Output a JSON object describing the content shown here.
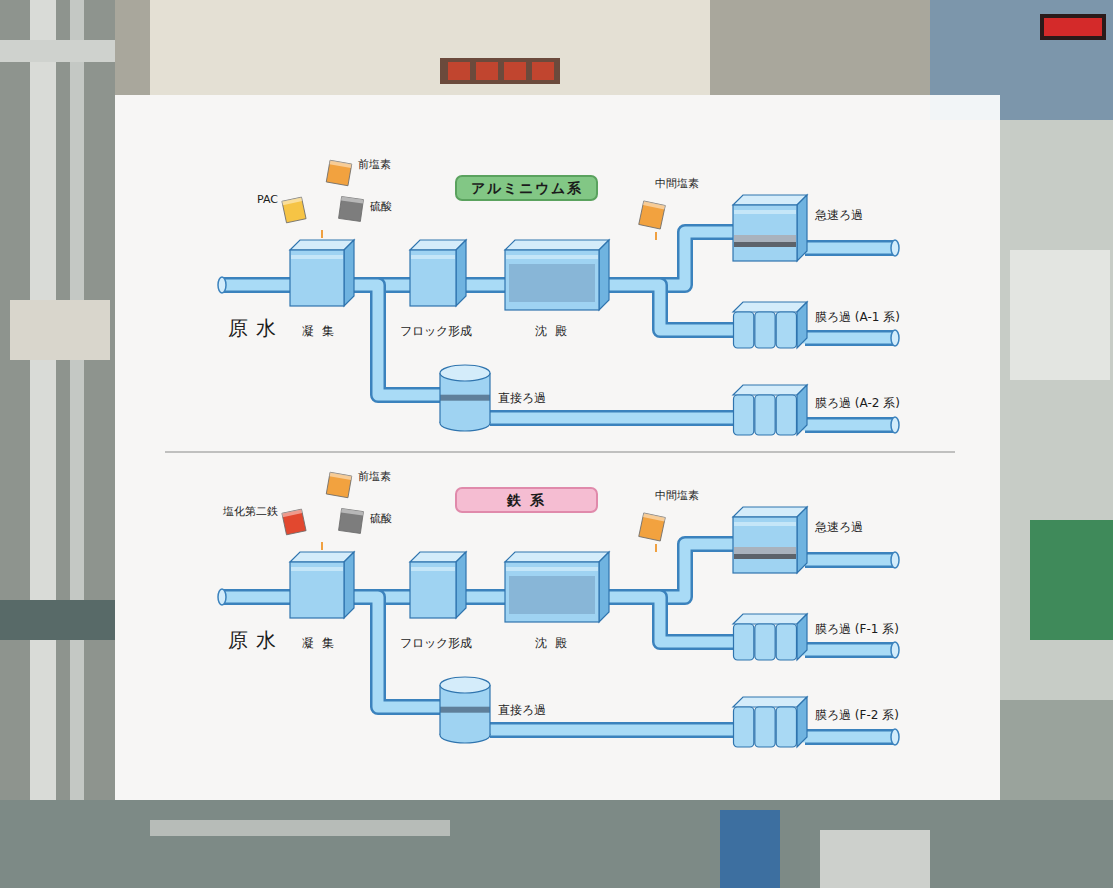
{
  "diagram": {
    "nodes": [
      {
        "text": [
          "アルミニウム系"
        ]
      },
      {
        "text": [
          "PAC"
        ]
      },
      {
        "text": [
          "前塩素"
        ]
      },
      {
        "text": [
          "硫酸"
        ]
      },
      {
        "text": [
          "中間塩素"
        ]
      },
      {
        "text": [
          "凝集"
        ]
      },
      {
        "text": [
          "フロック形成"
        ]
      },
      {
        "text": [
          "沈殿"
        ]
      },
      {
        "text": [
          "急速ろ過"
        ]
      },
      {
        "text": [
          "膜ろ過 (A-1 系)"
        ]
      },
      {
        "text": [
          "直接ろ過"
        ]
      },
      {
        "text": [
          "膜ろ過 (A-2 系)"
        ]
      },
      {
        "text": [
          "鉄 系"
        ]
      },
      {
        "text": [
          "塩化第二鉄"
        ]
      },
      {
        "text": [
          "前塩素"
        ]
      },
      {
        "text": [
          "硫酸"
        ]
      },
      {
        "text": [
          "中間塩素"
        ]
      },
      {
        "text": [
          "凝集"
        ]
      },
      {
        "text": [
          "フロック形成"
        ]
      },
      {
        "text": [
          "沈殿"
        ]
      },
      {
        "text": [
          "急速ろ過"
        ]
      },
      {
        "text": [
          "膜ろ過 (F-1 系)"
        ]
      },
      {
        "text": [
          "直接ろ過"
        ]
      },
      {
        "text": [
          "膜ろ過 (F-2 系)"
        ]
      }
    ],
    "edges": [
      {
        "from": 5,
        "to": 6,
        "arrow": "none"
      },
      {
        "from": 6,
        "to": 7,
        "arrow": "none"
      },
      {
        "from": 7,
        "to": 8,
        "arrow": "none"
      },
      {
        "from": 7,
        "to": 9,
        "arrow": "none"
      },
      {
        "from": 5,
        "to": 10,
        "arrow": "none"
      },
      {
        "from": 10,
        "to": 11,
        "arrow": "none"
      },
      {
        "from": 17,
        "to": 18,
        "arrow": "none"
      },
      {
        "from": 18,
        "to": 19,
        "arrow": "none"
      },
      {
        "from": 19,
        "to": 20,
        "arrow": "none"
      },
      {
        "from": 19,
        "to": 21,
        "arrow": "none"
      },
      {
        "from": 17,
        "to": 22,
        "arrow": "none"
      },
      {
        "from": 22,
        "to": 23,
        "arrow": "none"
      }
    ],
    "labels": [
      "原水",
      "原水"
    ]
  }
}
